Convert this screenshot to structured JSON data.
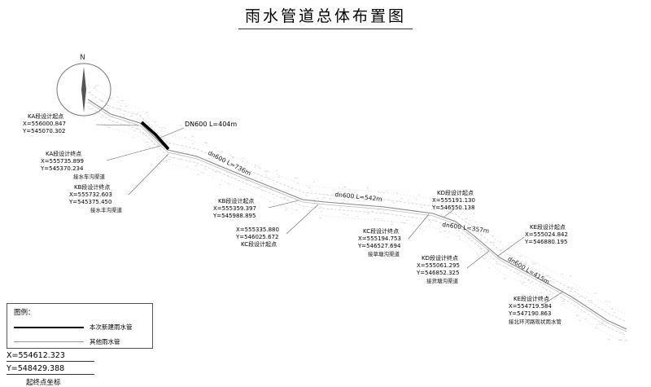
{
  "title": "雨水管道总体布置图",
  "north": {
    "label": "N"
  },
  "colors": {
    "new_pipe": "#000000",
    "other_pipe": "#8a8a8a"
  },
  "segments": [
    {
      "label": "DN600 L=404m"
    },
    {
      "label": "dn600 L=736m"
    },
    {
      "label": "dn600 L=542m"
    },
    {
      "label": "dn600 L=357m"
    },
    {
      "label": "dn600 L=415m"
    }
  ],
  "points": [
    {
      "title": "KA段设计起点",
      "x": "X=556000.847",
      "y": "Y=545070.302"
    },
    {
      "title": "KA段设计终点",
      "x": "X=555735.899",
      "y": "Y=545370.234",
      "note": "接水车沟渠道"
    },
    {
      "title": "KB段设计终点",
      "x": "X=555732.603",
      "y": "Y=545375.450",
      "note": "接水丰沟渠道"
    },
    {
      "title": "KB段设计起点",
      "x": "X=555359.397",
      "y": "Y=545988.895"
    },
    {
      "title": "KC段设计起点",
      "x": "X=555335.880",
      "y": "Y=546025.672"
    },
    {
      "title": "KD段设计起点",
      "x": "X=555191.130",
      "y": "Y=546550.138"
    },
    {
      "title": "KC段设计终点",
      "x": "X=555194.753",
      "y": "Y=546527.694",
      "note": "接草塘沟渠道"
    },
    {
      "title": "KE段设计起点",
      "x": "X=555024.842",
      "y": "Y=546880.195"
    },
    {
      "title": "KD段设计终点",
      "x": "X=555061.295",
      "y": "Y=546852.325",
      "note": "接货塘沟渠道"
    },
    {
      "title": "KE段设计终点",
      "x": "X=554719.584",
      "y": "Y=547190.863",
      "note": "接北环河路现状雨水管"
    }
  ],
  "legend": {
    "title": "图例：",
    "items": [
      {
        "label": "本次新建雨水管"
      },
      {
        "label": "其他雨水管"
      }
    ]
  },
  "origin": {
    "x": "X=554612.323",
    "y": "Y=548429.388",
    "caption": "起终点坐标"
  }
}
